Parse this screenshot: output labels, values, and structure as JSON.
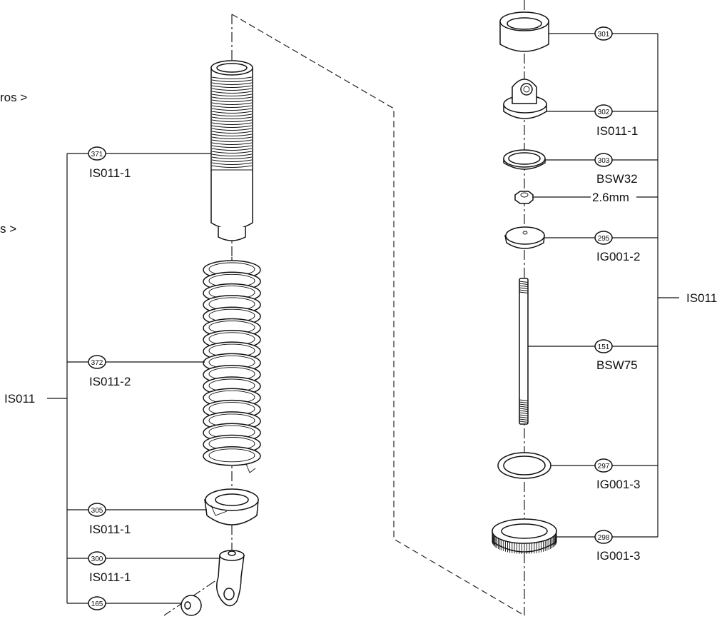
{
  "left_fragments": [
    "ros >",
    "s >"
  ],
  "left_group_label": "IS011",
  "right_group_label": "IS011",
  "left_callouts": [
    {
      "num": "371",
      "code": "IS011-1"
    },
    {
      "num": "372",
      "code": "IS011-2"
    },
    {
      "num": "305",
      "code": "IS011-1"
    },
    {
      "num": "300",
      "code": "IS011-1"
    },
    {
      "num": "165",
      "code": ""
    }
  ],
  "right_callouts": [
    {
      "num": "301",
      "code": ""
    },
    {
      "num": "302",
      "code": "IS011-1"
    },
    {
      "num": "303",
      "code": "BSW32"
    },
    {
      "num": "",
      "code": "2.6mm"
    },
    {
      "num": "295",
      "code": "IG001-2"
    },
    {
      "num": "151",
      "code": "BSW75"
    },
    {
      "num": "297",
      "code": "IG001-3"
    },
    {
      "num": "298",
      "code": "IG001-3"
    }
  ],
  "colors": {
    "ink": "#111111",
    "paper": "#ffffff"
  }
}
